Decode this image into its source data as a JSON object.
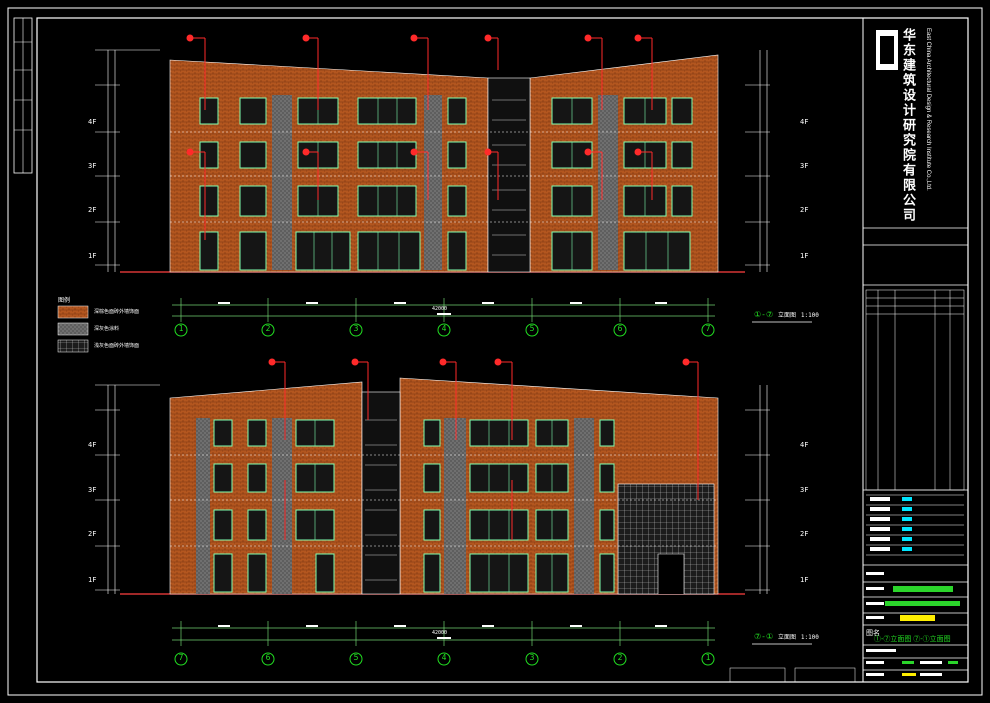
{
  "colors": {
    "background": "#000000",
    "frame": "#ffffff",
    "brick": "#b3561f",
    "brick_dark": "#8a3f14",
    "window_frame": "#7dffb0",
    "window_glass": "#1a1a1a",
    "gray_panel": "#7a7a7a",
    "leader": "#ff2a2a",
    "axis": "#22dd22",
    "dimension": "#6fd06f",
    "title_block": "#ffffff",
    "highlight_green": "#2bd52b",
    "highlight_yellow": "#ffee00",
    "cyan": "#00e5ff"
  },
  "elevation_top": {
    "title_num": "①-⑦",
    "title_suffix": "立面图",
    "scale": "1:100",
    "axes": [
      "1",
      "2",
      "3",
      "4",
      "5",
      "6",
      "7"
    ],
    "floors_left": [
      "4F",
      "3F",
      "2F",
      "1F"
    ],
    "floors_right": [
      "4F",
      "3F",
      "2F",
      "1F"
    ],
    "total_dim": "42000"
  },
  "elevation_bottom": {
    "title_num": "⑦-①",
    "title_suffix": "立面图",
    "scale": "1:100",
    "axes": [
      "7",
      "6",
      "5",
      "4",
      "3",
      "2",
      "1"
    ],
    "floors_left": [
      "4F",
      "3F",
      "2F",
      "1F"
    ],
    "floors_right": [
      "4F",
      "3F",
      "2F",
      "1F"
    ],
    "total_dim": "42000"
  },
  "legend": {
    "title": "图例",
    "items": [
      "深棕色面砖外墙饰面",
      "深灰色涂料",
      "浅灰色面砖外墙饰面"
    ]
  },
  "title_block": {
    "company_cn": "华东建筑设计研究院有限公司",
    "company_en": "East China Architectural Design & Research Institute Co.,Ltd.",
    "drawing_label": "图名",
    "drawing_name": "①-⑦立面图 ⑦-①立面图"
  }
}
